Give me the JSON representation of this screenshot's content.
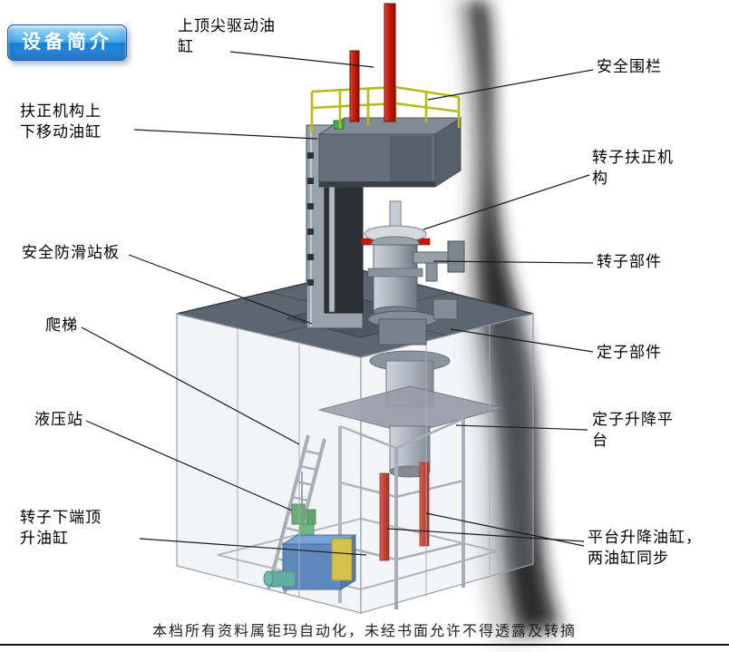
{
  "badge": {
    "label": "设备简介"
  },
  "annotations": {
    "top_drive_cylinder": "上顶尖驱动油\n缸",
    "safety_fence": "安全围栏",
    "centering_updown_cylinder": "扶正机构上\n下移动油缸",
    "rotor_centering_mechanism": "转子扶正机\n构",
    "antislip_platform": "安全防滑站板",
    "rotor_component": "转子部件",
    "ladder": "爬梯",
    "stator_component": "定子部件",
    "hydraulic_station": "液压站",
    "stator_lift_platform": "定子升降平\n台",
    "rotor_bottom_jack_cylinder": "转子下端顶\n升油缸",
    "platform_lift_cylinders": "平台升降油缸，\n两油缸同步"
  },
  "footer": {
    "notice": "本档所有资料属钜玛自动化，未经书面允许不得透露及转摘"
  },
  "colors": {
    "badge_blue": "#2a8fe0",
    "cylinder_red": "#c41a0a",
    "railing_yellow": "#b6ba12",
    "platform_gray": "#5c6570",
    "hydraulic_blue": "#2a66b0"
  }
}
